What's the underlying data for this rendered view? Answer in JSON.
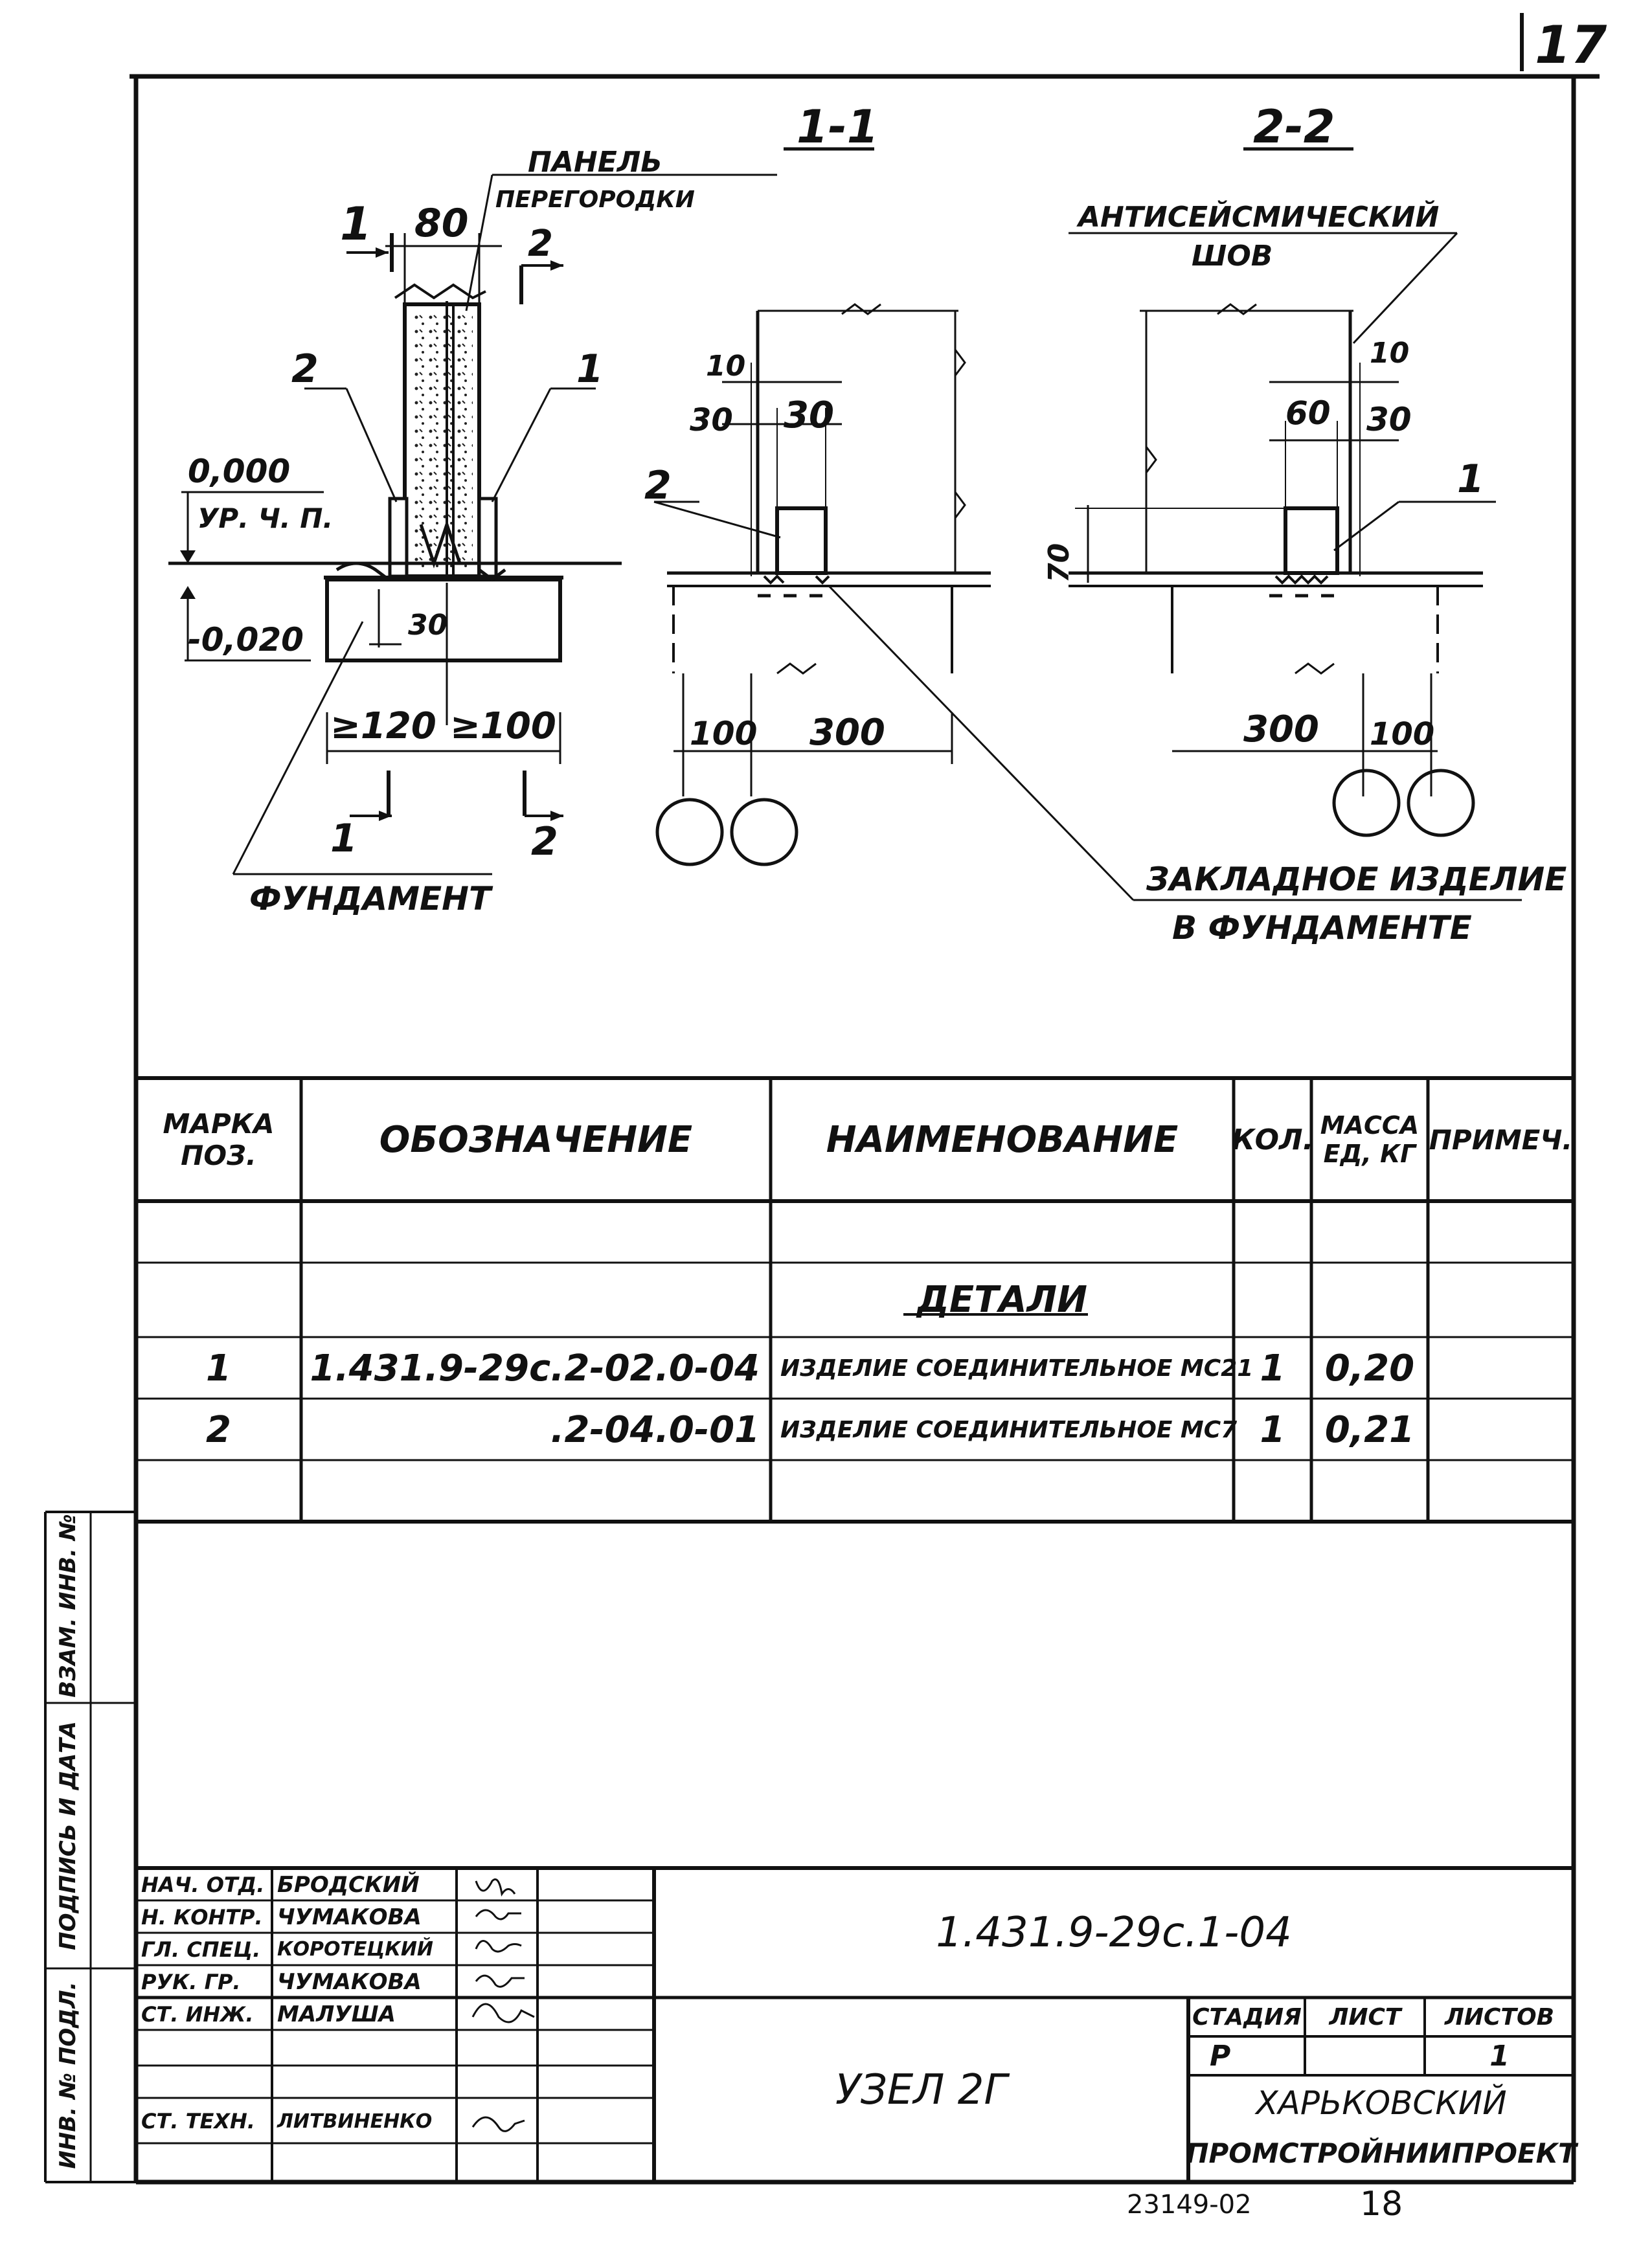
{
  "sheet_number": "17",
  "footer_code": "23149-02",
  "footer_page": "18",
  "drawing": {
    "section_1_title": "1-1",
    "section_2_title": "2-2",
    "panel_label_1": "ПАНЕЛЬ",
    "panel_label_2": "ПЕРЕГОРОДКИ",
    "seismic_label_1": "АНТИСЕЙСМИЧЕСКИЙ",
    "seismic_label_2": "ШОВ",
    "foundation_label": "ФУНДАМЕНТ",
    "embedded_label_1": "ЗАКЛАДНОЕ ИЗДЕЛИЕ",
    "embedded_label_2": "В ФУНДАМЕНТЕ",
    "level_top": "0,000",
    "level_top_sub": "УР. Ч. П.",
    "level_bottom": "-0,020",
    "dims": {
      "d80": "80",
      "d30": "30",
      "d120": "≥120",
      "d100": "≥100",
      "d10": "10",
      "d30a": "30",
      "d30b": "30",
      "d60": "60",
      "d70": "70",
      "d100b": "100",
      "d300": "300",
      "d300b": "300",
      "d100c": "100",
      "d10b": "10",
      "d30c": "30"
    },
    "marks": {
      "m1": "1",
      "m2": "2",
      "cut1_top": "1",
      "cut2_top": "2",
      "cut1_bot": "1",
      "cut2_bot": "2",
      "sec1_pos": "2",
      "sec2_pos": "1"
    }
  },
  "spec_table": {
    "headers": {
      "mark": "МАРКА ПОЗ.",
      "designation": "ОБОЗНАЧЕНИЕ",
      "name": "НАИМЕНОВАНИЕ",
      "qty": "КОЛ.",
      "mass": "МАССА ЕД, КГ",
      "note": "ПРИМЕЧ."
    },
    "section_title": "ДЕТАЛИ",
    "rows": [
      {
        "mark": "1",
        "designation": "1.431.9-29с.2-02.0-04",
        "name": "ИЗДЕЛИЕ СОЕДИНИТЕЛЬНОЕ МС21",
        "qty": "1",
        "mass": "0,20",
        "note": ""
      },
      {
        "mark": "2",
        "designation": ".2-04.0-01",
        "name": "ИЗДЕЛИЕ СОЕДИНИТЕЛЬНОЕ МС7",
        "qty": "1",
        "mass": "0,21",
        "note": ""
      }
    ]
  },
  "side_stamp": {
    "inv_no": "ИНВ. № ПОДЛ.",
    "sign_date": "ПОДПИСЬ И ДАТА",
    "inv_swap": "ВЗАМ. ИНВ. №"
  },
  "title_block": {
    "roles": [
      {
        "role": "НАЧ. ОТД.",
        "name": "БРОДСКИЙ"
      },
      {
        "role": "Н. КОНТР.",
        "name": "ЧУМАКОВА"
      },
      {
        "role": "ГЛ. СПЕЦ.",
        "name": "КОРОТЕЦКИЙ"
      },
      {
        "role": "РУК. ГР.",
        "name": "ЧУМАКОВА"
      },
      {
        "role": "СТ. ИНЖ.",
        "name": "МАЛУША"
      },
      {
        "role": "",
        "name": ""
      },
      {
        "role": "СТ. ТЕХН.",
        "name": "ЛИТВИНЕНКО"
      }
    ],
    "doc_code": "1.431.9-29с.1-04",
    "title": "УЗЕЛ 2Г",
    "stage_label": "СТАДИЯ",
    "sheet_label": "ЛИСТ",
    "sheets_label": "ЛИСТОВ",
    "stage": "Р",
    "sheet": "",
    "sheets": "1",
    "org_line1": "ХАРЬКОВСКИЙ",
    "org_line2": "ПРОМСТРОЙНИИПРОЕКТ"
  }
}
